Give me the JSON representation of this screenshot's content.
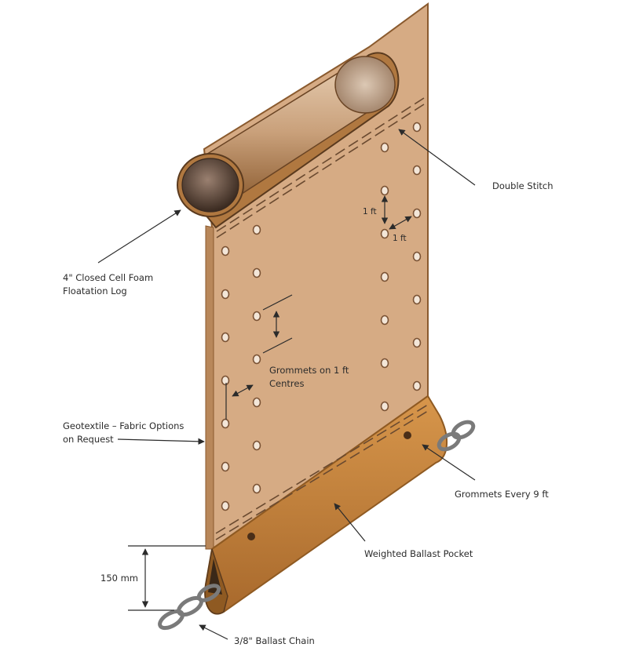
{
  "labels": {
    "double_stitch": "Double Stitch",
    "floatation_log_line1": "4\" Closed Cell Foam",
    "floatation_log_line2": "Floatation Log",
    "grommets_centres_line1": "Grommets on 1 ft",
    "grommets_centres_line2": "Centres",
    "geotextile_line1": "Geotextile – Fabric Options",
    "geotextile_line2": "on Request",
    "grommets_every": "Grommets Every 9 ft",
    "ballast_pocket": "Weighted Ballast Pocket",
    "ballast_height": "150 mm",
    "ballast_chain": "3/8\" Ballast Chain",
    "spacing_vertical": "1 ft",
    "spacing_horizontal": "1 ft"
  },
  "colors": {
    "fabric": "#d6ab84",
    "fabric_edge": "#8a5a2e",
    "pocket": "#c8883e",
    "pocket_dark": "#8f5a22",
    "log_tube": "#c9a07a",
    "grommet": "#7a5234",
    "chain": "#a8a8a8",
    "line": "#2b2b2b"
  }
}
